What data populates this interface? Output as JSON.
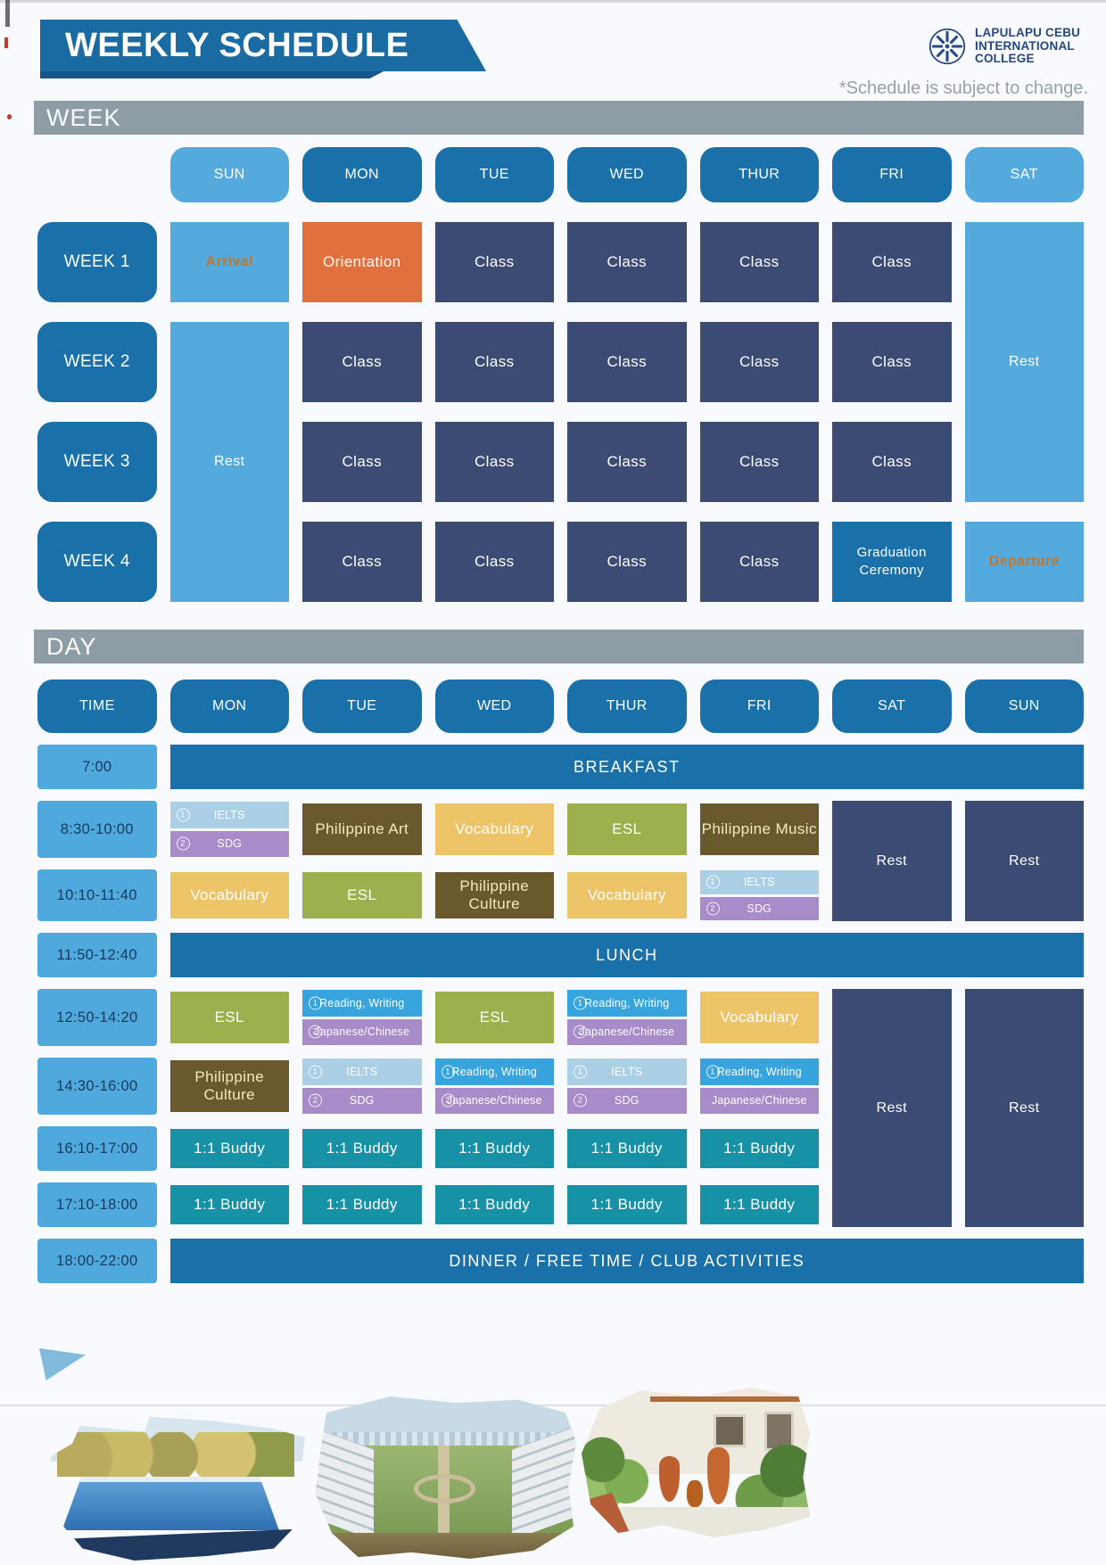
{
  "header": {
    "title": "WEEKLY SCHEDULE",
    "logo_lines": [
      "LAPULAPU CEBU",
      "INTERNATIONAL",
      "COLLEGE"
    ],
    "note": "*Schedule is subject to change."
  },
  "palette": {
    "medium_blue": "#1a70a8",
    "light_blue": "#55aadd",
    "navy": "#3c4b74",
    "orange": "#e0703d",
    "orange_accent_text": "#c2772e",
    "yellow": "#eec469",
    "green": "#9cb14d",
    "brown": "#6a592c",
    "teal": "#1691a6",
    "pale_blue": "#abd0e6",
    "purple": "#a88bc9",
    "sky_blue": "#38a4dd",
    "section_bar_gray": "#8e9da5"
  },
  "week_section": {
    "heading": "WEEK",
    "days": [
      "SUN",
      "MON",
      "TUE",
      "WED",
      "THUR",
      "FRI",
      "SAT"
    ],
    "row_labels": [
      "WEEK 1",
      "WEEK 2",
      "WEEK 3",
      "WEEK 4"
    ],
    "labels": {
      "arrival": "Arrival",
      "orientation": "Orientation",
      "class": "Class",
      "rest": "Rest",
      "graduation": "Graduation Ceremony",
      "departure": "Departure"
    }
  },
  "day_section": {
    "heading": "DAY",
    "headers": [
      "TIME",
      "MON",
      "TUE",
      "WED",
      "THUR",
      "FRI",
      "SAT",
      "SUN"
    ],
    "rest_label": "Rest",
    "rows": [
      {
        "time": "7:00",
        "span": "BREAKFAST"
      },
      {
        "time": "8:30-10:00",
        "cells": {
          "mon": {
            "split": [
              {
                "num": "1",
                "label": "IELTS"
              },
              {
                "num": "2",
                "label": "SDG"
              }
            ]
          },
          "tue": {
            "label": "Philippine Art"
          },
          "wed": {
            "label": "Vocabulary"
          },
          "thur": {
            "label": "ESL"
          },
          "fri": {
            "label": "Philippine Music"
          }
        }
      },
      {
        "time": "10:10-11:40",
        "cells": {
          "mon": {
            "label": "Vocabulary"
          },
          "tue": {
            "label": "ESL"
          },
          "wed": {
            "label": "Philippine Culture"
          },
          "thur": {
            "label": "Vocabulary"
          },
          "fri": {
            "split": [
              {
                "num": "1",
                "label": "IELTS"
              },
              {
                "num": "2",
                "label": "SDG"
              }
            ]
          }
        }
      },
      {
        "time": "11:50-12:40",
        "span": "LUNCH"
      },
      {
        "time": "12:50-14:20",
        "cells": {
          "mon": {
            "label": "ESL"
          },
          "tue": {
            "split": [
              {
                "num": "1",
                "label": "Reading, Writing"
              },
              {
                "num": "2",
                "label": "Japanese/Chinese"
              }
            ]
          },
          "wed": {
            "label": "ESL"
          },
          "thur": {
            "split": [
              {
                "num": "1",
                "label": "Reading, Writing"
              },
              {
                "num": "2",
                "label": "Japanese/Chinese"
              }
            ]
          },
          "fri": {
            "label": "Vocabulary"
          }
        }
      },
      {
        "time": "14:30-16:00",
        "cells": {
          "mon": {
            "label": "Philippine Culture"
          },
          "tue": {
            "split": [
              {
                "num": "1",
                "label": "IELTS"
              },
              {
                "num": "2",
                "label": "SDG"
              }
            ]
          },
          "wed": {
            "split": [
              {
                "num": "1",
                "label": "Reading, Writing"
              },
              {
                "num": "2",
                "label": "Japanese/Chinese"
              }
            ]
          },
          "thur": {
            "split": [
              {
                "num": "1",
                "label": "IELTS"
              },
              {
                "num": "2",
                "label": "SDG"
              }
            ]
          },
          "fri": {
            "split": [
              {
                "num": "1",
                "label": "Reading, Writing"
              },
              {
                "num": "",
                "label": "Japanese/Chinese"
              }
            ]
          }
        }
      },
      {
        "time": "16:10-17:00",
        "label": "1:1 Buddy"
      },
      {
        "time": "17:10-18:00",
        "label": "1:1 Buddy"
      },
      {
        "time": "18:00-22:00",
        "span": "DINNER / FREE TIME / CLUB ACTIVITIES"
      }
    ]
  }
}
